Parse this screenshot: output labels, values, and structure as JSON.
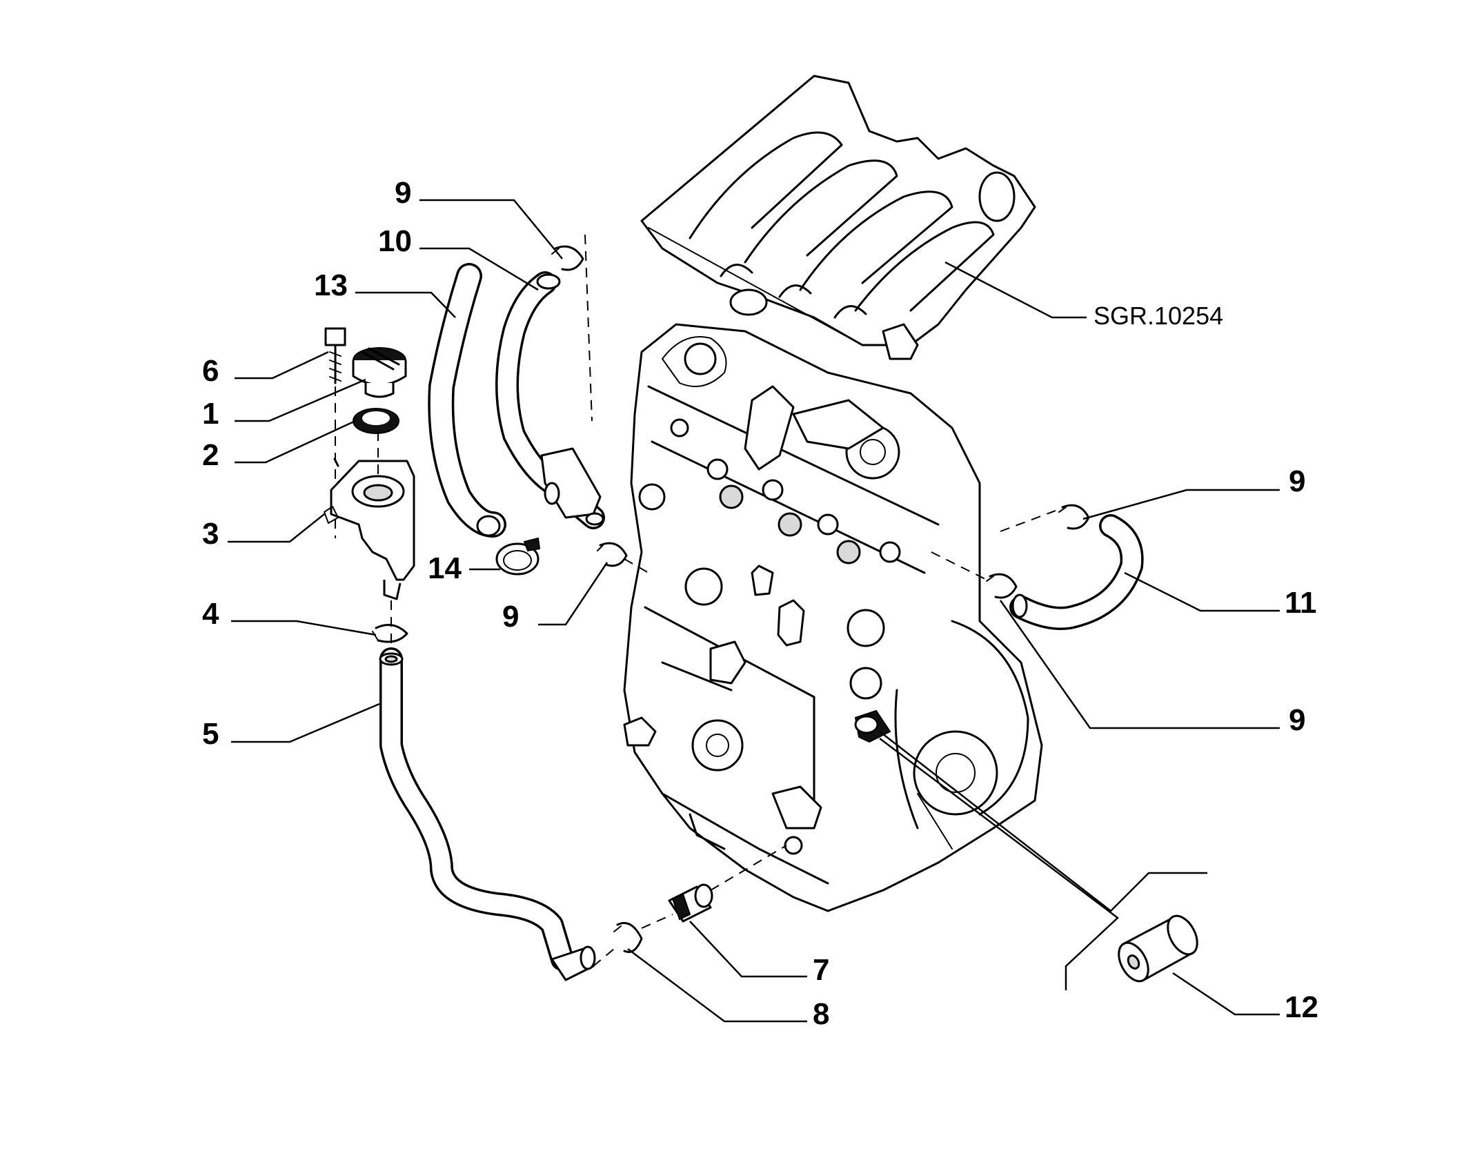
{
  "diagram": {
    "reference_code": "SGR.10254",
    "callouts": [
      {
        "id": "callout-9-top",
        "label": "9"
      },
      {
        "id": "callout-10",
        "label": "10"
      },
      {
        "id": "callout-13",
        "label": "13"
      },
      {
        "id": "callout-6",
        "label": "6"
      },
      {
        "id": "callout-1",
        "label": "1"
      },
      {
        "id": "callout-2",
        "label": "2"
      },
      {
        "id": "callout-3",
        "label": "3"
      },
      {
        "id": "callout-14",
        "label": "14"
      },
      {
        "id": "callout-9-mid-left",
        "label": "9"
      },
      {
        "id": "callout-4",
        "label": "4"
      },
      {
        "id": "callout-5",
        "label": "5"
      },
      {
        "id": "callout-9-right-upper",
        "label": "9"
      },
      {
        "id": "callout-11",
        "label": "11"
      },
      {
        "id": "callout-9-right-lower",
        "label": "9"
      },
      {
        "id": "callout-7",
        "label": "7"
      },
      {
        "id": "callout-8",
        "label": "8"
      },
      {
        "id": "callout-12",
        "label": "12"
      }
    ]
  }
}
